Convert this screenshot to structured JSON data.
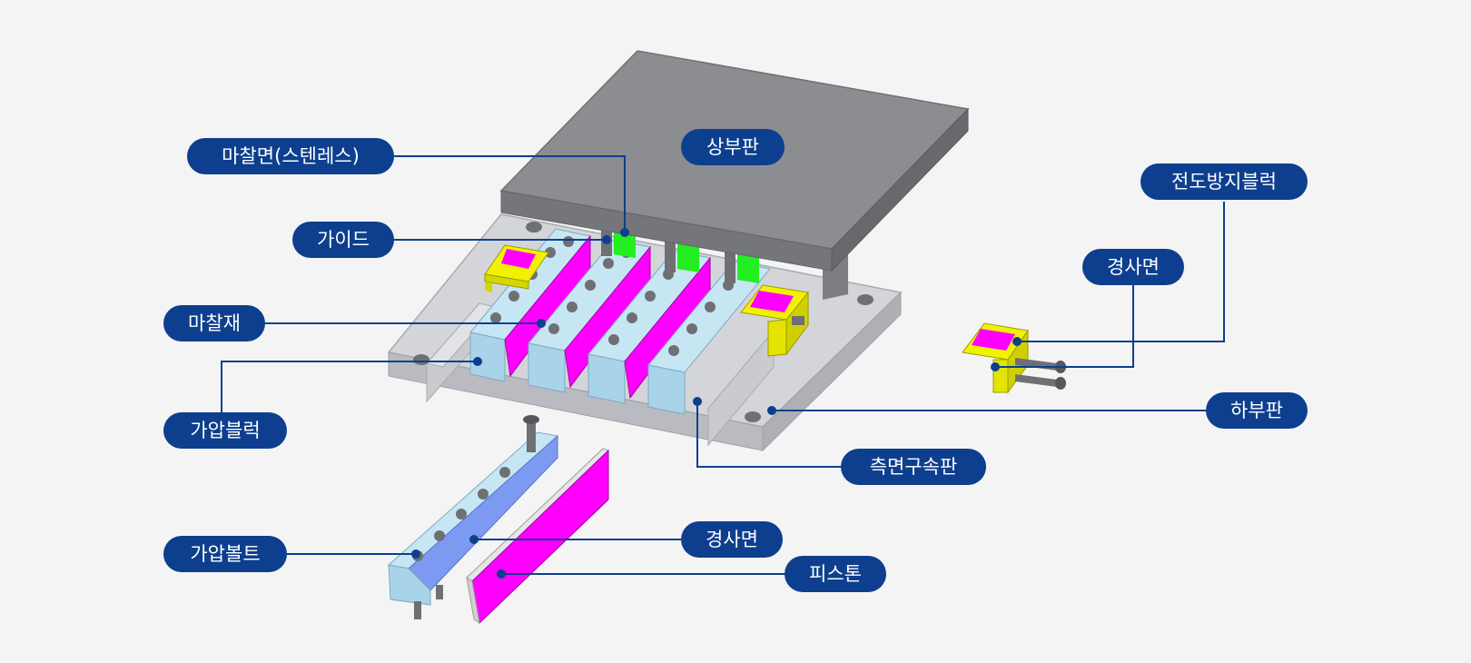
{
  "diagram": {
    "colors": {
      "background": "#f4f4f4",
      "pill": "#0d3f8e",
      "pill_text": "#ffffff",
      "leader": "#0d3f8e",
      "top_plate": "#8c8d91",
      "base_plate": "#cfd1d5",
      "guide_block": "#bfe3f3",
      "friction_material": "#ff00ff",
      "stainless_face": "#22ee22",
      "anti_fall_block": "#f2f200",
      "pressure_plate": "#7d9af2"
    },
    "labels": {
      "top_plate": "상부판",
      "friction_surface": "마찰면(스텐레스)",
      "guide": "가이드",
      "friction_material": "마찰재",
      "pressure_block": "가압블럭",
      "anti_fall_block": "전도방지블럭",
      "slope_right": "경사면",
      "base_plate": "하부판",
      "side_restraint": "측면구속판",
      "pressure_bolt": "가압볼트",
      "slope_bottom": "경사면",
      "piston": "피스톤"
    }
  }
}
